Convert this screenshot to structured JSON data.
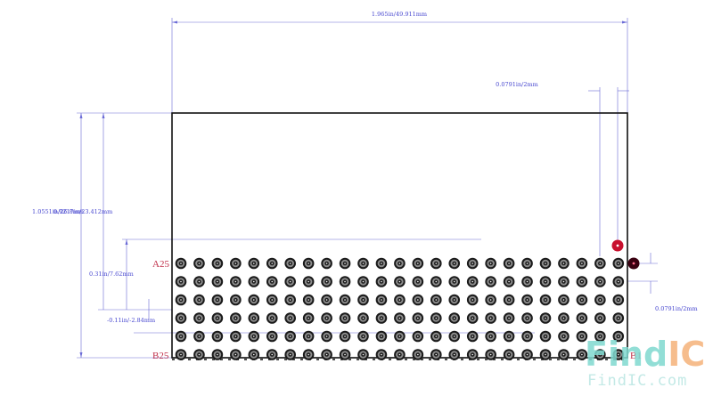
{
  "dimensions": {
    "total_width": "1.965in/49.911mm",
    "pin_pitch_top": "0.0791in/2mm",
    "overall_height": "1.0551in/26.8mm",
    "height_overlap": "0.9217in/23.412mm",
    "row_offset": "0.31in/7.62mm",
    "edge_offset": "-0.11in/-2.84mm",
    "pin_pitch_right": "0.0791in/2mm"
  },
  "pins": {
    "top_left_label": "A25",
    "bottom_left_label": "B25",
    "bottom_right_label": "B1",
    "columns": 25,
    "rows": 6
  },
  "watermark": {
    "logo_part1": "Find",
    "logo_part2": "IC",
    "site": "FindIC.com"
  },
  "colors": {
    "dimension": "#6b6bd6",
    "outline": "#111111",
    "pin_label": "#c0304a",
    "marker_red": "#c8102e",
    "marker_dark": "#3a0010",
    "watermark_teal": "#7fd9d0",
    "watermark_orange": "#f5b27a",
    "pad_ring": "#8c8c8c",
    "pad_core": "#1a1a1a"
  }
}
